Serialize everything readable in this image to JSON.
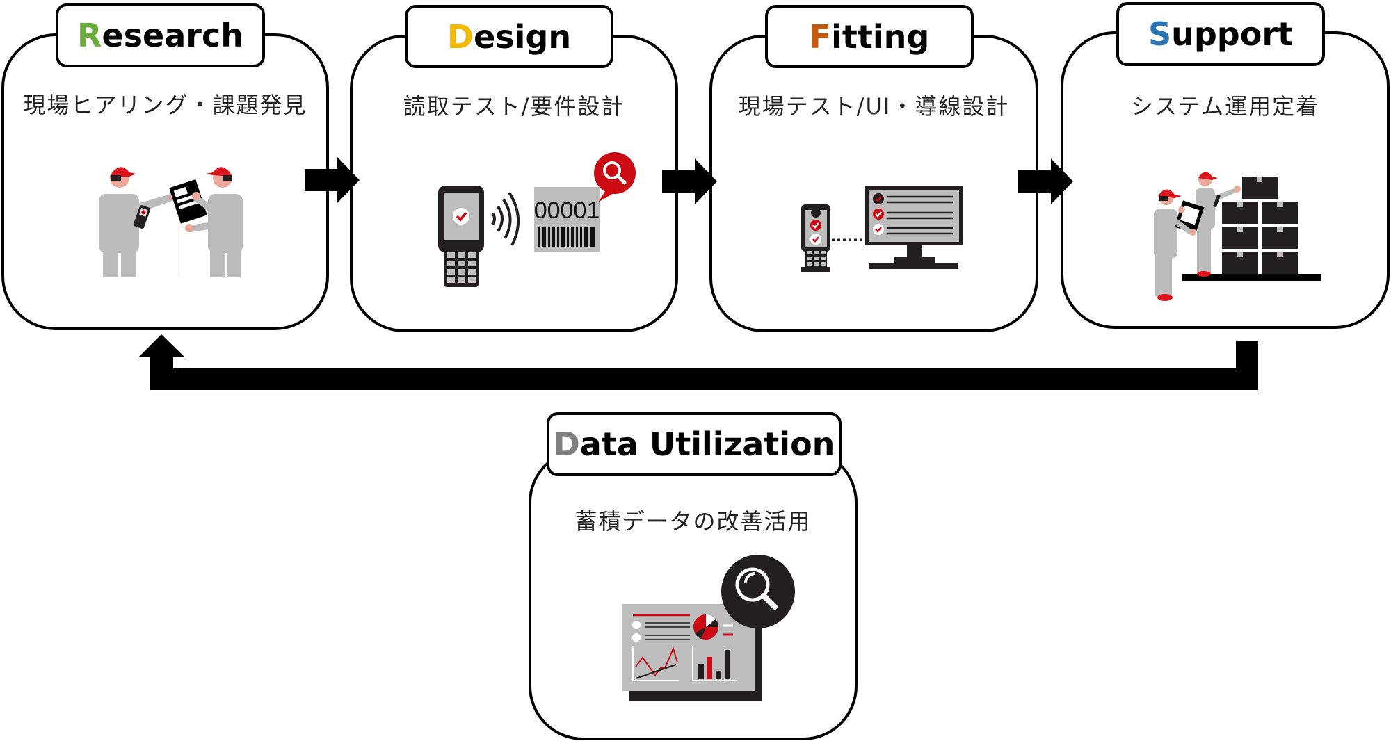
{
  "diagram": {
    "stages": [
      {
        "id": "research",
        "initial": "R",
        "rest": "esearch",
        "subtitle": "現場ヒアリング・課題発見",
        "accent": "#6aad3c",
        "illustration": "workers-interview-icon"
      },
      {
        "id": "design",
        "initial": "D",
        "rest": "esign",
        "subtitle": "読取テスト/要件設計",
        "accent": "#f5b800",
        "illustration": "scanner-barcode-icon",
        "label_code": "00001"
      },
      {
        "id": "fitting",
        "initial": "F",
        "rest": "itting",
        "subtitle": "現場テスト/UI・導線設計",
        "accent": "#c55a11",
        "illustration": "handheld-monitor-icon"
      },
      {
        "id": "support",
        "initial": "S",
        "rest": "upport",
        "subtitle": "システム運用定着",
        "accent": "#2e75b6",
        "illustration": "warehouse-workers-icon"
      }
    ],
    "data_stage": {
      "id": "data-utilization",
      "initial": "D",
      "rest": "ata Utilization",
      "subtitle": "蓄積データの改善活用",
      "accent": "#808080",
      "illustration": "dashboard-analysis-icon"
    },
    "colors": {
      "hat": "#d9141b",
      "body": "#bcbcbc",
      "skin": "#eaa99a",
      "ink": "#231f20",
      "panel": "#bdbdbd",
      "red": "#cc0a14"
    }
  }
}
